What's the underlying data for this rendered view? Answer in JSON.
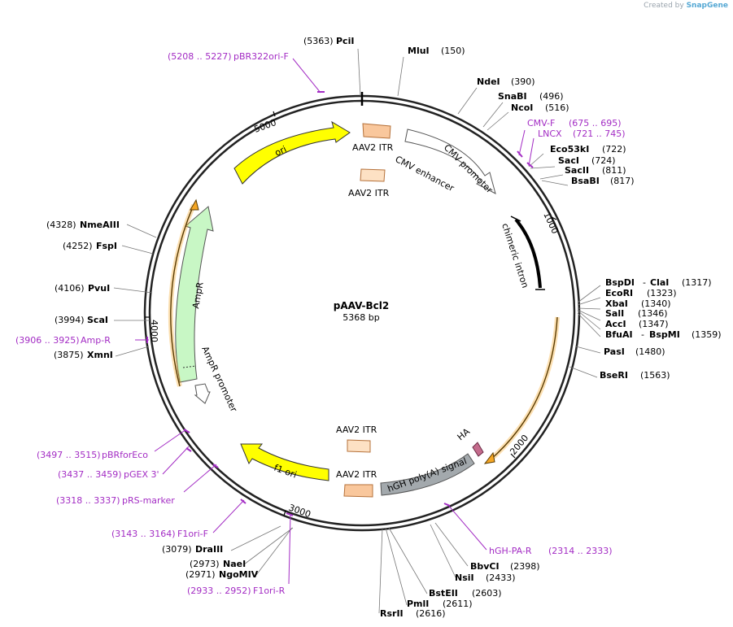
{
  "credit": {
    "prefix": "Created by",
    "brand": "SnapGene"
  },
  "plasmid": {
    "name": "pAAV-Bcl2",
    "size_label": "5368 bp",
    "length": 5368
  },
  "ticks": [
    {
      "pos": 1000,
      "label": "1000"
    },
    {
      "pos": 2000,
      "label": "2000"
    },
    {
      "pos": 3000,
      "label": "3000"
    },
    {
      "pos": 4000,
      "label": "4000"
    },
    {
      "pos": 5000,
      "label": "5000"
    }
  ],
  "sites": [
    {
      "name": "PciI",
      "pos": "(5363)"
    },
    {
      "name": "MluI",
      "pos": "(150)"
    },
    {
      "name": "NdeI",
      "pos": "(390)"
    },
    {
      "name": "SnaBI",
      "pos": "(496)"
    },
    {
      "name": "NcoI",
      "pos": "(516)"
    },
    {
      "name": "Eco53kI",
      "pos": "(722)"
    },
    {
      "name": "SacI",
      "pos": "(724)"
    },
    {
      "name": "SacII",
      "pos": "(811)"
    },
    {
      "name": "BsaBI",
      "pos": "(817)"
    },
    {
      "name": "BspDI",
      "name2": "ClaI",
      "pos": "(1317)"
    },
    {
      "name": "EcoRI",
      "pos": "(1323)"
    },
    {
      "name": "XbaI",
      "pos": "(1340)"
    },
    {
      "name": "SalI",
      "pos": "(1346)"
    },
    {
      "name": "AccI",
      "pos": "(1347)"
    },
    {
      "name": "BfuAI",
      "name2": "BspMI",
      "pos": "(1359)"
    },
    {
      "name": "PasI",
      "pos": "(1480)"
    },
    {
      "name": "BseRI",
      "pos": "(1563)"
    },
    {
      "name": "BbvCI",
      "pos": "(2398)"
    },
    {
      "name": "NsiI",
      "pos": "(2433)"
    },
    {
      "name": "BstEII",
      "pos": "(2603)"
    },
    {
      "name": "PmlI",
      "pos": "(2611)"
    },
    {
      "name": "RsrII",
      "pos": "(2616)"
    },
    {
      "name": "DraIII",
      "pos": "(3079)"
    },
    {
      "name": "NaeI",
      "pos": "(2973)"
    },
    {
      "name": "NgoMIV",
      "pos": "(2971)"
    },
    {
      "name": "XmnI",
      "pos": "(3875)"
    },
    {
      "name": "ScaI",
      "pos": "(3994)"
    },
    {
      "name": "PvuI",
      "pos": "(4106)"
    },
    {
      "name": "FspI",
      "pos": "(4252)"
    },
    {
      "name": "NmeAIII",
      "pos": "(4328)"
    }
  ],
  "primers": [
    {
      "name": "pBR322ori-F",
      "range": "(5208 .. 5227)"
    },
    {
      "name": "CMV-F",
      "range": "(675 .. 695)"
    },
    {
      "name": "LNCX",
      "range": "(721 .. 745)"
    },
    {
      "name": "Amp-R",
      "range": "(3906 .. 3925)"
    },
    {
      "name": "pBRforEco",
      "range": "(3497 .. 3515)"
    },
    {
      "name": "pGEX 3'",
      "range": "(3437 .. 3459)"
    },
    {
      "name": "pRS-marker",
      "range": "(3318 .. 3337)"
    },
    {
      "name": "F1ori-F",
      "range": "(3143 .. 3164)"
    },
    {
      "name": "F1ori-R",
      "range": "(2933 .. 2952)"
    },
    {
      "name": "hGH-PA-R",
      "range": "(2314 .. 2333)"
    }
  ],
  "features": [
    {
      "name": "AAV2 ITR"
    },
    {
      "name": "AAV2 ITR"
    },
    {
      "name": "CMV enhancer"
    },
    {
      "name": "CMV promoter"
    },
    {
      "name": "chimeric intron"
    },
    {
      "name": "HA"
    },
    {
      "name": "hGH poly(A) signal"
    },
    {
      "name": "AAV2 ITR"
    },
    {
      "name": "AAV2 ITR"
    },
    {
      "name": "f1 ori"
    },
    {
      "name": "AmpR promoter"
    },
    {
      "name": "AmpR"
    },
    {
      "name": "ori"
    }
  ],
  "colors": {
    "backbone": "#222222",
    "primer": "#a32cc4",
    "site_line": "#777777",
    "itr_fill": "#f9c79c",
    "itr_stroke": "#b5713a",
    "itr_light": "#fde1c4",
    "ori": "#ffff00",
    "ampr": "#c8f7c5",
    "hgh": "#a3a9ad",
    "ha": "#c46b8c",
    "orf_orange": "#f5a623"
  }
}
